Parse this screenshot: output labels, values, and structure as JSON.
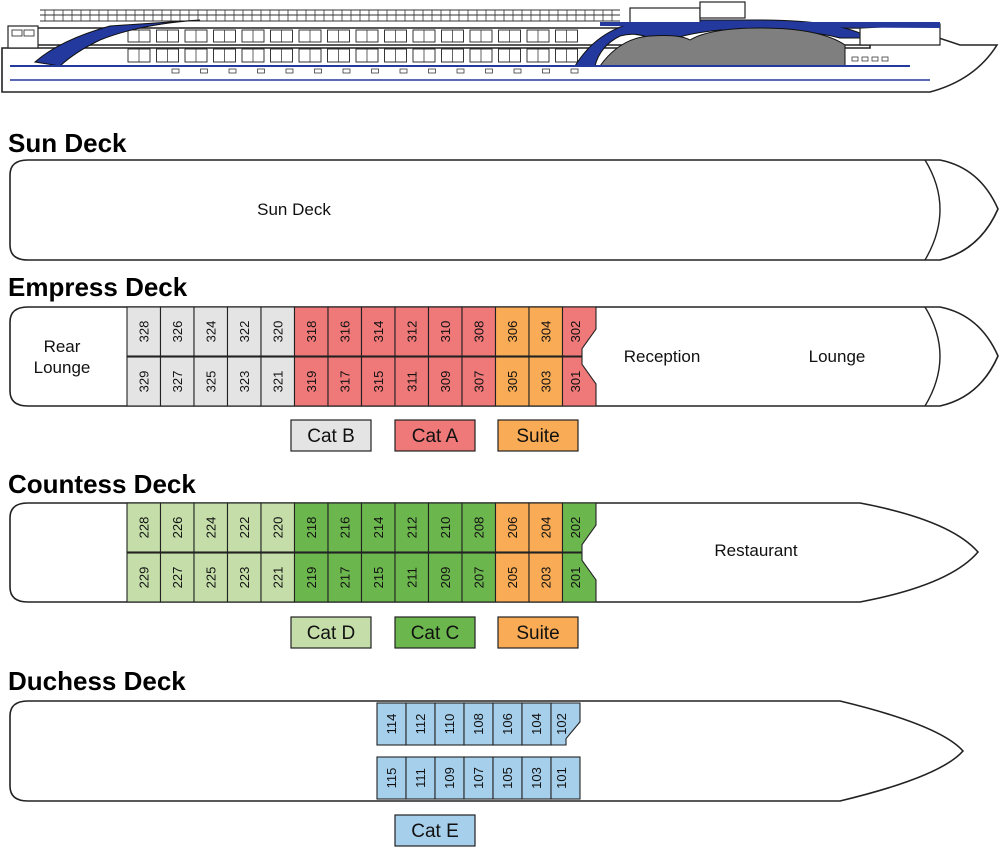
{
  "colors": {
    "cat_b": "#e4e4e4",
    "cat_a": "#ef7878",
    "suite": "#f9ab55",
    "cat_d": "#c5dea9",
    "cat_c": "#6cb64e",
    "cat_e": "#a6cfec",
    "ship_blue": "#23399e",
    "ship_grey": "#7f7f7f",
    "outline": "#222222"
  },
  "ship_profile": {
    "icon": "river-cruise-ship-side-view"
  },
  "decks": {
    "sun": {
      "title": "Sun Deck",
      "areas": [
        "Sun Deck"
      ]
    },
    "empress": {
      "title": "Empress Deck",
      "rear_lounge": [
        "Rear",
        "Lounge"
      ],
      "areas": [
        "Reception",
        "Lounge"
      ],
      "top_row": [
        "328",
        "326",
        "324",
        "322",
        "320",
        "318",
        "316",
        "314",
        "312",
        "310",
        "308",
        "306",
        "304",
        "302"
      ],
      "bottom_row": [
        "329",
        "327",
        "325",
        "323",
        "321",
        "319",
        "317",
        "315",
        "311",
        "309",
        "307",
        "305",
        "303",
        "301"
      ],
      "categories": [
        "cat_b",
        "cat_b",
        "cat_b",
        "cat_b",
        "cat_b",
        "cat_a",
        "cat_a",
        "cat_a",
        "cat_a",
        "cat_a",
        "cat_a",
        "suite",
        "suite",
        "cat_a"
      ],
      "legend": [
        {
          "label": "Cat B",
          "color_key": "cat_b"
        },
        {
          "label": "Cat A",
          "color_key": "cat_a"
        },
        {
          "label": "Suite",
          "color_key": "suite"
        }
      ]
    },
    "countess": {
      "title": "Countess Deck",
      "areas": [
        "Restaurant"
      ],
      "top_row": [
        "228",
        "226",
        "224",
        "222",
        "220",
        "218",
        "216",
        "214",
        "212",
        "210",
        "208",
        "206",
        "204",
        "202"
      ],
      "bottom_row": [
        "229",
        "227",
        "225",
        "223",
        "221",
        "219",
        "217",
        "215",
        "211",
        "209",
        "207",
        "205",
        "203",
        "201"
      ],
      "categories": [
        "cat_d",
        "cat_d",
        "cat_d",
        "cat_d",
        "cat_d",
        "cat_c",
        "cat_c",
        "cat_c",
        "cat_c",
        "cat_c",
        "cat_c",
        "suite",
        "suite",
        "cat_c"
      ],
      "legend": [
        {
          "label": "Cat D",
          "color_key": "cat_d"
        },
        {
          "label": "Cat C",
          "color_key": "cat_c"
        },
        {
          "label": "Suite",
          "color_key": "suite"
        }
      ]
    },
    "duchess": {
      "title": "Duchess Deck",
      "top_row": [
        "114",
        "112",
        "110",
        "108",
        "106",
        "104",
        "102"
      ],
      "bottom_row": [
        "115",
        "111",
        "109",
        "107",
        "105",
        "103",
        "101"
      ],
      "category": "cat_e",
      "legend": [
        {
          "label": "Cat E",
          "color_key": "cat_e"
        }
      ]
    }
  }
}
